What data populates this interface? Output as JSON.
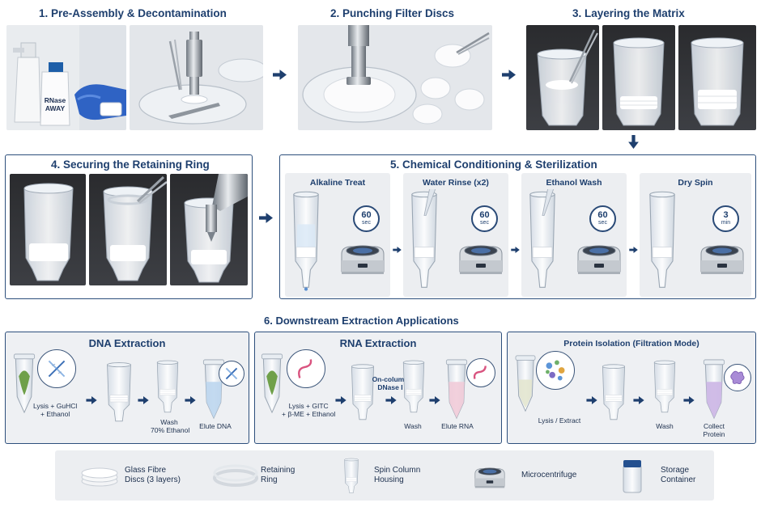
{
  "steps": {
    "s1": {
      "title": "1. Pre-Assembly & Decontamination"
    },
    "s2": {
      "title": "2. Punching Filter Discs"
    },
    "s3": {
      "title": "3. Layering the Matrix"
    },
    "s4": {
      "title": "4. Securing the Retaining Ring"
    },
    "s5": {
      "title": "5. Chemical Conditioning & Sterilization",
      "substeps": [
        {
          "label": "Alkaline Treat",
          "value": "60",
          "unit": "sec"
        },
        {
          "label": "Water Rinse (x2)",
          "value": "60",
          "unit": "sec"
        },
        {
          "label": "Ethanol Wash",
          "value": "60",
          "unit": "sec"
        },
        {
          "label": "Dry Spin",
          "value": "3",
          "unit": "min"
        }
      ]
    },
    "s6": {
      "title": "6. Downstream Extraction Applications"
    }
  },
  "bottle_label": {
    "line1": "RNase",
    "line2": "AWAY"
  },
  "applications": {
    "dna": {
      "title": "DNA Extraction",
      "lysis": [
        "Lysis + GuHCl",
        "+ Ethanol"
      ],
      "wash": [
        "Wash",
        "70% Ethanol"
      ],
      "elute": "Elute DNA"
    },
    "rna": {
      "title": "RNA Extraction",
      "lysis": [
        "Lysis + GITC",
        "+ β-ME + Ethanol"
      ],
      "dnase": [
        "On-column",
        "DNase I"
      ],
      "wash": "Wash",
      "elute": "Elute RNA"
    },
    "protein": {
      "title": "Protein Isolation (Filtration Mode)",
      "lysis": "Lysis / Extract",
      "wash": "Wash",
      "collect": [
        "Collect",
        "Protein"
      ]
    }
  },
  "legend": [
    {
      "lines": [
        "Glass Fibre",
        "Discs (3 layers)"
      ]
    },
    {
      "lines": [
        "Retaining",
        "Ring"
      ]
    },
    {
      "lines": [
        "Spin Column",
        "Housing"
      ]
    },
    {
      "lines": [
        "Microcentrifuge"
      ]
    },
    {
      "lines": [
        "Storage",
        "Container"
      ]
    }
  ],
  "colors": {
    "navy": "#1e3f6e",
    "border": "#2d4f7c",
    "panel": "#eceef1",
    "dna_eluate": "#bcd6ee",
    "rna_eluate": "#f1cbd8",
    "protein_eluate": "#cdb8e6"
  }
}
